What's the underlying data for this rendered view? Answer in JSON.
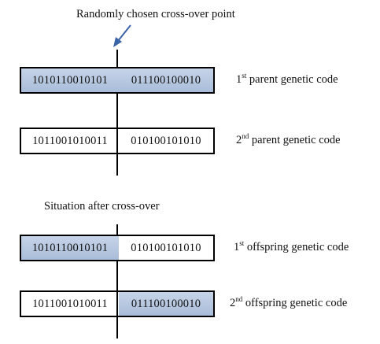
{
  "top_caption": "Randomly chosen cross-over point",
  "middle_caption": "Situation after cross-over",
  "rows": [
    {
      "left": "1010110010101",
      "right": "011100100010",
      "left_shaded": true,
      "right_shaded": true,
      "label_num": "1",
      "label_sup": "st",
      "label_rest": " parent genetic code"
    },
    {
      "left": "1011001010011",
      "right": "010100101010",
      "left_shaded": false,
      "right_shaded": false,
      "label_num": "2",
      "label_sup": "nd",
      "label_rest": " parent genetic code"
    },
    {
      "left": "1010110010101",
      "right": "010100101010",
      "left_shaded": true,
      "right_shaded": false,
      "label_num": "1",
      "label_sup": "st",
      "label_rest": " offspring genetic code"
    },
    {
      "left": "1011001010011",
      "right": "011100100010",
      "left_shaded": false,
      "right_shaded": true,
      "label_num": "2",
      "label_sup": "nd",
      "label_rest": " offspring genetic code"
    }
  ],
  "colors": {
    "shade": "#b6c6df",
    "arrow": "#3a63a8",
    "line": "#000000"
  }
}
